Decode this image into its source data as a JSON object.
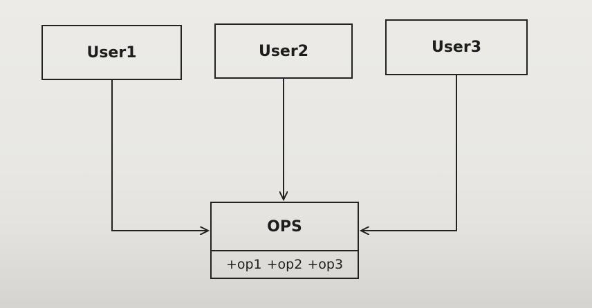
{
  "diagram": {
    "users": [
      {
        "label": "User1"
      },
      {
        "label": "User2"
      },
      {
        "label": "User3"
      }
    ],
    "ops": {
      "name": "OPS",
      "operations": [
        "+op1",
        "+op2",
        "+op3"
      ]
    }
  },
  "colors": {
    "stroke": "#222222",
    "background": "#e9e8e4"
  }
}
